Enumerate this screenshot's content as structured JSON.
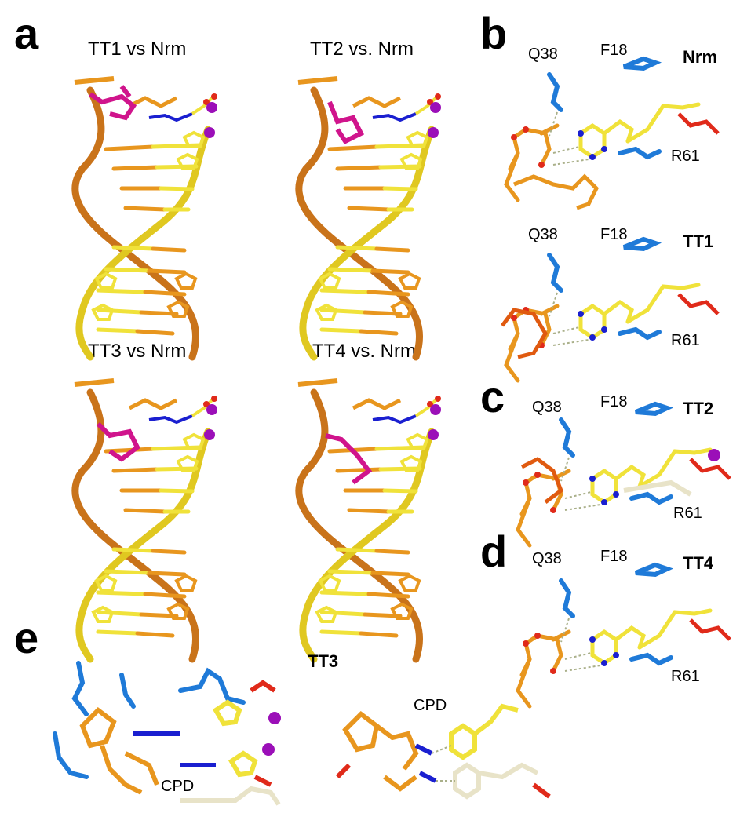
{
  "panel_labels": {
    "a": "a",
    "b": "b",
    "c": "c",
    "d": "d",
    "e": "e"
  },
  "panel_a": {
    "titles": [
      "TT1 vs Nrm",
      "TT2 vs. Nrm",
      "TT3 vs Nrm",
      "TT4 vs. Nrm"
    ]
  },
  "panel_b": {
    "nrm": {
      "q38": "Q38",
      "f18": "F18",
      "tag": "Nrm",
      "r61": "R61"
    },
    "tt1": {
      "q38": "Q38",
      "f18": "F18",
      "tag": "TT1",
      "r61": "R61"
    }
  },
  "panel_c": {
    "q38": "Q38",
    "f18": "F18",
    "tag": "TT2",
    "r61": "R61"
  },
  "panel_d": {
    "q38": "Q38",
    "f18": "F18",
    "tag": "TT4",
    "r61": "R61"
  },
  "panel_e": {
    "tag": "TT3",
    "cpd_left": "CPD",
    "cpd_right": "CPD"
  },
  "colors": {
    "orange": "#e8961e",
    "dark_orange": "#c9731a",
    "yellow": "#f0e23a",
    "magenta": "#d0148c",
    "blue": "#1f7ad8",
    "red": "#e02a1a",
    "purple": "#9b0fb8",
    "white_gray": "#e8e3c8",
    "navy": "#1a1fd0"
  }
}
